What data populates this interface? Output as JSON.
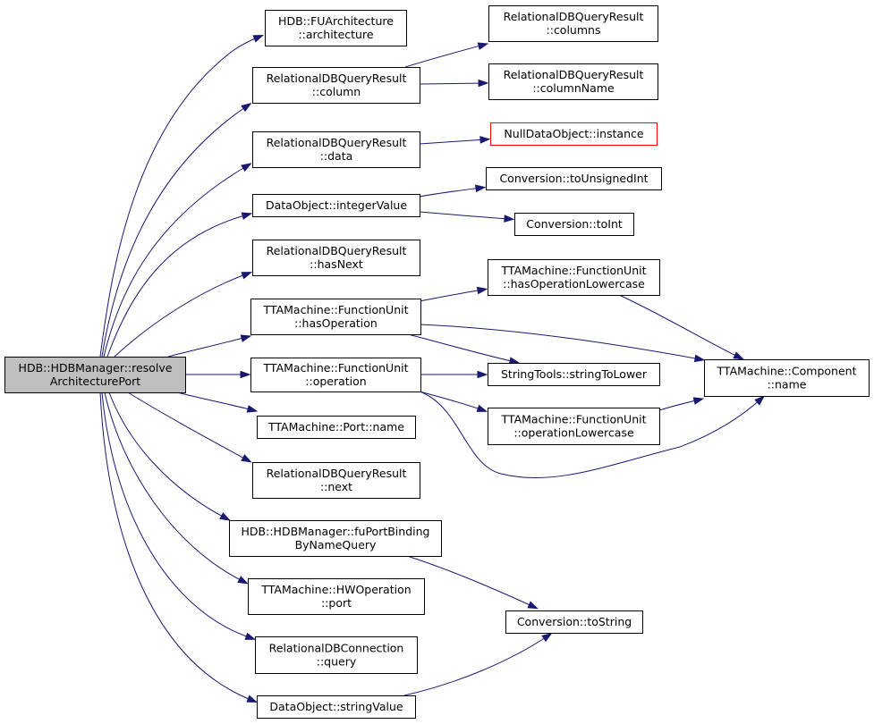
{
  "colors": {
    "edge": "#191970",
    "root_fill": "#bfbfbf",
    "missing_border": "#ff0000"
  },
  "nodes": {
    "root": [
      "HDB::HDBManager::resolve",
      "ArchitecturePort"
    ],
    "fu_architecture": [
      "HDB::FUArchitecture",
      "::architecture"
    ],
    "rdbqr_column": [
      "RelationalDBQueryResult",
      "::column"
    ],
    "rdbqr_columns": [
      "RelationalDBQueryResult",
      "::columns"
    ],
    "rdbqr_column_name": [
      "RelationalDBQueryResult",
      "::columnName"
    ],
    "rdbqr_data": [
      "RelationalDBQueryResult",
      "::data"
    ],
    "null_data_object_instance": [
      "NullDataObject::instance"
    ],
    "data_object_integer_value": [
      "DataObject::integerValue"
    ],
    "conversion_to_unsigned_int": [
      "Conversion::toUnsignedInt"
    ],
    "conversion_to_int": [
      "Conversion::toInt"
    ],
    "rdbqr_has_next": [
      "RelationalDBQueryResult",
      "::hasNext"
    ],
    "fu_has_operation_lowercase": [
      "TTAMachine::FunctionUnit",
      "::hasOperationLowercase"
    ],
    "fu_has_operation": [
      "TTAMachine::FunctionUnit",
      "::hasOperation"
    ],
    "component_name": [
      "TTAMachine::Component",
      "::name"
    ],
    "fu_operation": [
      "TTAMachine::FunctionUnit",
      "::operation"
    ],
    "string_tools_to_lower": [
      "StringTools::stringToLower"
    ],
    "fu_operation_lowercase": [
      "TTAMachine::FunctionUnit",
      "::operationLowercase"
    ],
    "port_name": [
      "TTAMachine::Port::name"
    ],
    "rdbqr_next": [
      "RelationalDBQueryResult",
      "::next"
    ],
    "fu_port_binding_query": [
      "HDB::HDBManager::fuPortBinding",
      "ByNameQuery"
    ],
    "hw_operation_port": [
      "TTAMachine::HWOperation",
      "::port"
    ],
    "conversion_to_string": [
      "Conversion::toString"
    ],
    "rdb_connection_query": [
      "RelationalDBConnection",
      "::query"
    ],
    "data_object_string_value": [
      "DataObject::stringValue"
    ]
  },
  "edges": [
    [
      "root",
      "fu_architecture"
    ],
    [
      "root",
      "rdbqr_column"
    ],
    [
      "root",
      "rdbqr_data"
    ],
    [
      "root",
      "data_object_integer_value"
    ],
    [
      "root",
      "rdbqr_has_next"
    ],
    [
      "root",
      "fu_has_operation"
    ],
    [
      "root",
      "fu_operation"
    ],
    [
      "root",
      "port_name"
    ],
    [
      "root",
      "rdbqr_next"
    ],
    [
      "root",
      "fu_port_binding_query"
    ],
    [
      "root",
      "hw_operation_port"
    ],
    [
      "root",
      "rdb_connection_query"
    ],
    [
      "root",
      "data_object_string_value"
    ],
    [
      "rdbqr_column",
      "rdbqr_columns"
    ],
    [
      "rdbqr_column",
      "rdbqr_column_name"
    ],
    [
      "rdbqr_data",
      "null_data_object_instance"
    ],
    [
      "data_object_integer_value",
      "conversion_to_unsigned_int"
    ],
    [
      "data_object_integer_value",
      "conversion_to_int"
    ],
    [
      "fu_has_operation",
      "fu_has_operation_lowercase"
    ],
    [
      "fu_has_operation",
      "component_name"
    ],
    [
      "fu_has_operation",
      "string_tools_to_lower"
    ],
    [
      "fu_has_operation_lowercase",
      "component_name"
    ],
    [
      "fu_operation",
      "string_tools_to_lower"
    ],
    [
      "fu_operation",
      "fu_operation_lowercase"
    ],
    [
      "fu_operation",
      "component_name"
    ],
    [
      "fu_operation_lowercase",
      "component_name"
    ],
    [
      "fu_port_binding_query",
      "conversion_to_string"
    ],
    [
      "data_object_string_value",
      "conversion_to_string"
    ]
  ]
}
